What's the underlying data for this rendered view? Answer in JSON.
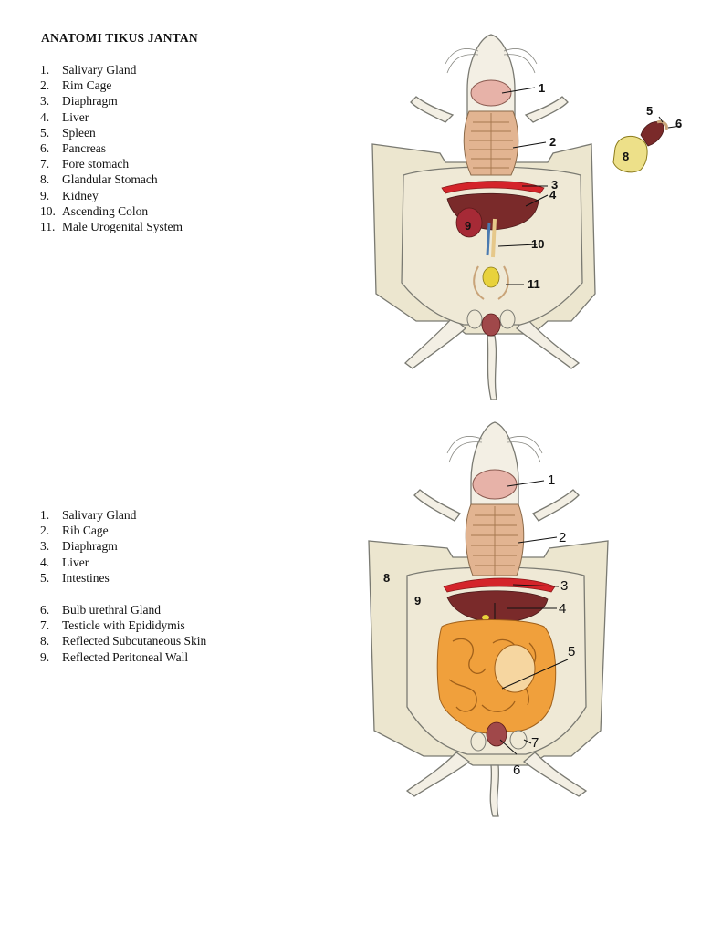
{
  "document": {
    "title": "ANATOMI TIKUS JANTAN",
    "list1": [
      {
        "num": "1.",
        "text": "Salivary Gland"
      },
      {
        "num": "2.",
        "text": "Rim Cage"
      },
      {
        "num": "3.",
        "text": "Diaphragm"
      },
      {
        "num": "4.",
        "text": "Liver"
      },
      {
        "num": "5.",
        "text": "Spleen"
      },
      {
        "num": "6.",
        "text": "Pancreas"
      },
      {
        "num": "7.",
        "text": "Fore stomach"
      },
      {
        "num": "8.",
        "text": "Glandular Stomach"
      },
      {
        "num": "9.",
        "text": "Kidney"
      },
      {
        "num": "10.",
        "text": "Ascending Colon"
      },
      {
        "num": "11.",
        "text": "Male Urogenital System"
      }
    ],
    "list2": [
      {
        "num": "1.",
        "text": "Salivary Gland"
      },
      {
        "num": "2.",
        "text": "Rib Cage"
      },
      {
        "num": "3.",
        "text": "Diaphragm"
      },
      {
        "num": "4.",
        "text": "Liver"
      },
      {
        "num": "5.",
        "text": "Intestines"
      }
    ],
    "list3": [
      {
        "num": "6.",
        "text": "Bulb urethral Gland"
      },
      {
        "num": "7.",
        "text": "Testicle with Epididymis"
      },
      {
        "num": "8.",
        "text": "Reflected Subcutaneous Skin"
      },
      {
        "num": "9.",
        "text": "Reflected Peritoneal Wall"
      }
    ]
  },
  "figure1": {
    "labels": [
      "1",
      "2",
      "3",
      "4",
      "9",
      "10",
      "11"
    ],
    "inset_labels": [
      "5",
      "6",
      "8"
    ]
  },
  "figure2": {
    "labels": [
      "1",
      "2",
      "3",
      "4",
      "5",
      "6",
      "7",
      "8",
      "9"
    ]
  },
  "colors": {
    "skin": "#ece6cf",
    "body_outline": "#7a7a72",
    "diaphragm": "#d4242a",
    "liver": "#7a2a2a",
    "salivary": "#e7b2a8",
    "ribs": "#e2b491",
    "intestines": "#f0a03c",
    "stomach_fore": "#ede089",
    "kidney": "#a62a36",
    "gland_yellow": "#e8d23c"
  }
}
